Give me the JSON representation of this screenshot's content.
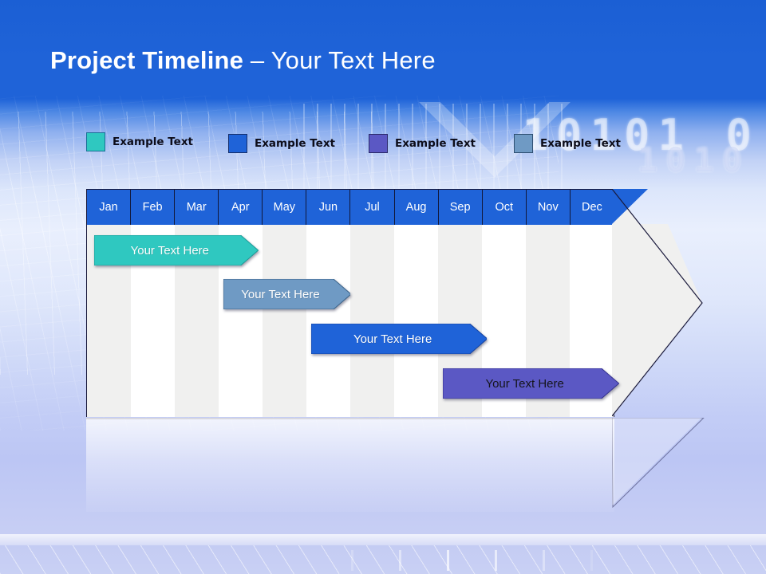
{
  "slide": {
    "title_bold": "Project Timeline",
    "title_sep": " – ",
    "title_rest": "Your Text Here",
    "background_digits_row1": "10101 0",
    "background_digits_row2": "1010",
    "colors": {
      "header_blue": "#1f63d8",
      "title_band_top": "#1b5fd4",
      "grid_line": "#1a1a3c",
      "column_shade": "#f0f0ef",
      "column_plain": "#ffffff",
      "arrow_fill": "#f0f0ef"
    }
  },
  "legend": {
    "items": [
      {
        "label": "Example Text",
        "color": "#2fc8c0",
        "border": "#1a6f96",
        "x": 0
      },
      {
        "label": "Example Text",
        "color": "#1f63d8",
        "border": "#16306d",
        "x": 178
      },
      {
        "label": "Example Text",
        "color": "#5b58c4",
        "border": "#2b2a6a",
        "x": 354
      },
      {
        "label": "Example Text",
        "color": "#6f9ac4",
        "border": "#2f4f72",
        "x": 536
      }
    ]
  },
  "chart_data": {
    "type": "bar",
    "title": "Project Timeline – Your Text Here",
    "xlabel": "",
    "ylabel": "",
    "categories": [
      "Jan",
      "Feb",
      "Mar",
      "Apr",
      "May",
      "Jun",
      "Jul",
      "Aug",
      "Sep",
      "Oct",
      "Nov",
      "Dec"
    ],
    "legend_position": "top",
    "grid": true,
    "series": [
      {
        "name": "Example Text",
        "label": "Your  Text Here",
        "color": "#2fc8c0",
        "border": "#1d9c98",
        "text_color": "#ffffff",
        "start_month": "Jan",
        "end_month": "Apr",
        "start_index": 0,
        "end_index": 3.8,
        "row": 0
      },
      {
        "name": "Example Text",
        "label": "Your  Text Here",
        "color": "#6f9ac4",
        "border": "#3c648a",
        "text_color": "#ffffff",
        "start_month": "Apr",
        "end_month": "Jun",
        "start_index": 3.0,
        "end_index": 5.9,
        "row": 1
      },
      {
        "name": "Example Text",
        "label": "Your  Text Here",
        "color": "#1f63d8",
        "border": "#1444a3",
        "text_color": "#ffffff",
        "start_month": "Jun",
        "end_month": "Sep",
        "start_index": 5.0,
        "end_index": 9.0,
        "row": 2
      },
      {
        "name": "Example Text",
        "label": "Your  Text Here",
        "color": "#5b58c4",
        "border": "#35328f",
        "text_color": "#15151c",
        "start_month": "Sep",
        "end_month": "Dec",
        "start_index": 8.0,
        "end_index": 12.0,
        "row": 3
      }
    ]
  }
}
